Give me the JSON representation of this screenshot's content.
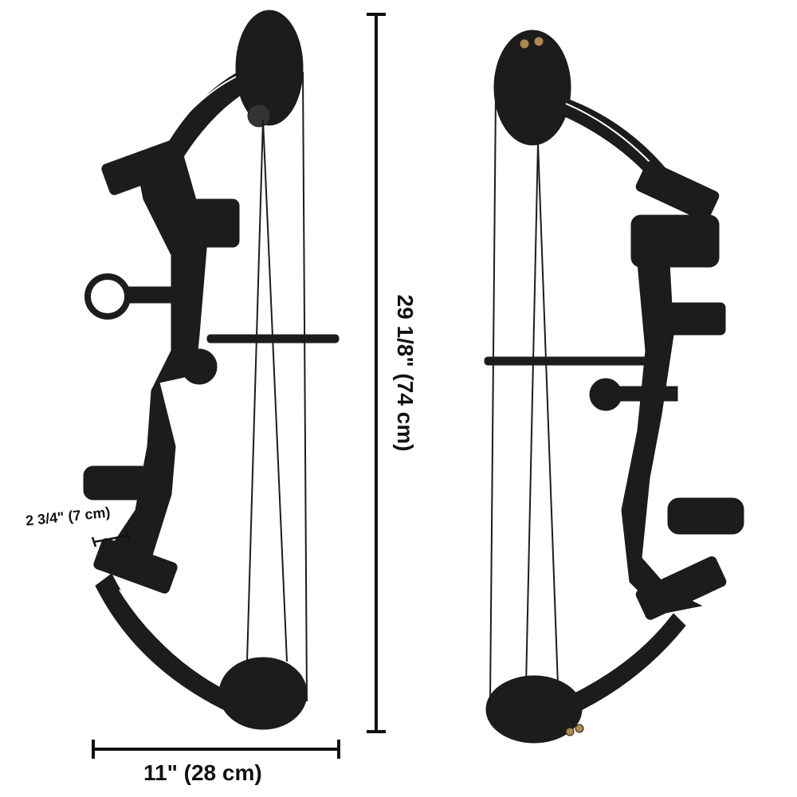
{
  "image": {
    "subject": "Two views of a black compound bow with dimension annotations",
    "background_color": "#ffffff",
    "bow_color": "#1a1a1a"
  },
  "dimensions": {
    "axle_to_axle_length": "29 1/8\" (74 cm)",
    "bow_width": "11\" (28 cm)",
    "brace_height": "2 3/4\" (7 cm)"
  },
  "views": [
    {
      "name": "left-bow-view",
      "orientation": "side view with sight and quiver"
    },
    {
      "name": "right-bow-view",
      "orientation": "mirrored side view with quiver and stabilizer"
    }
  ]
}
